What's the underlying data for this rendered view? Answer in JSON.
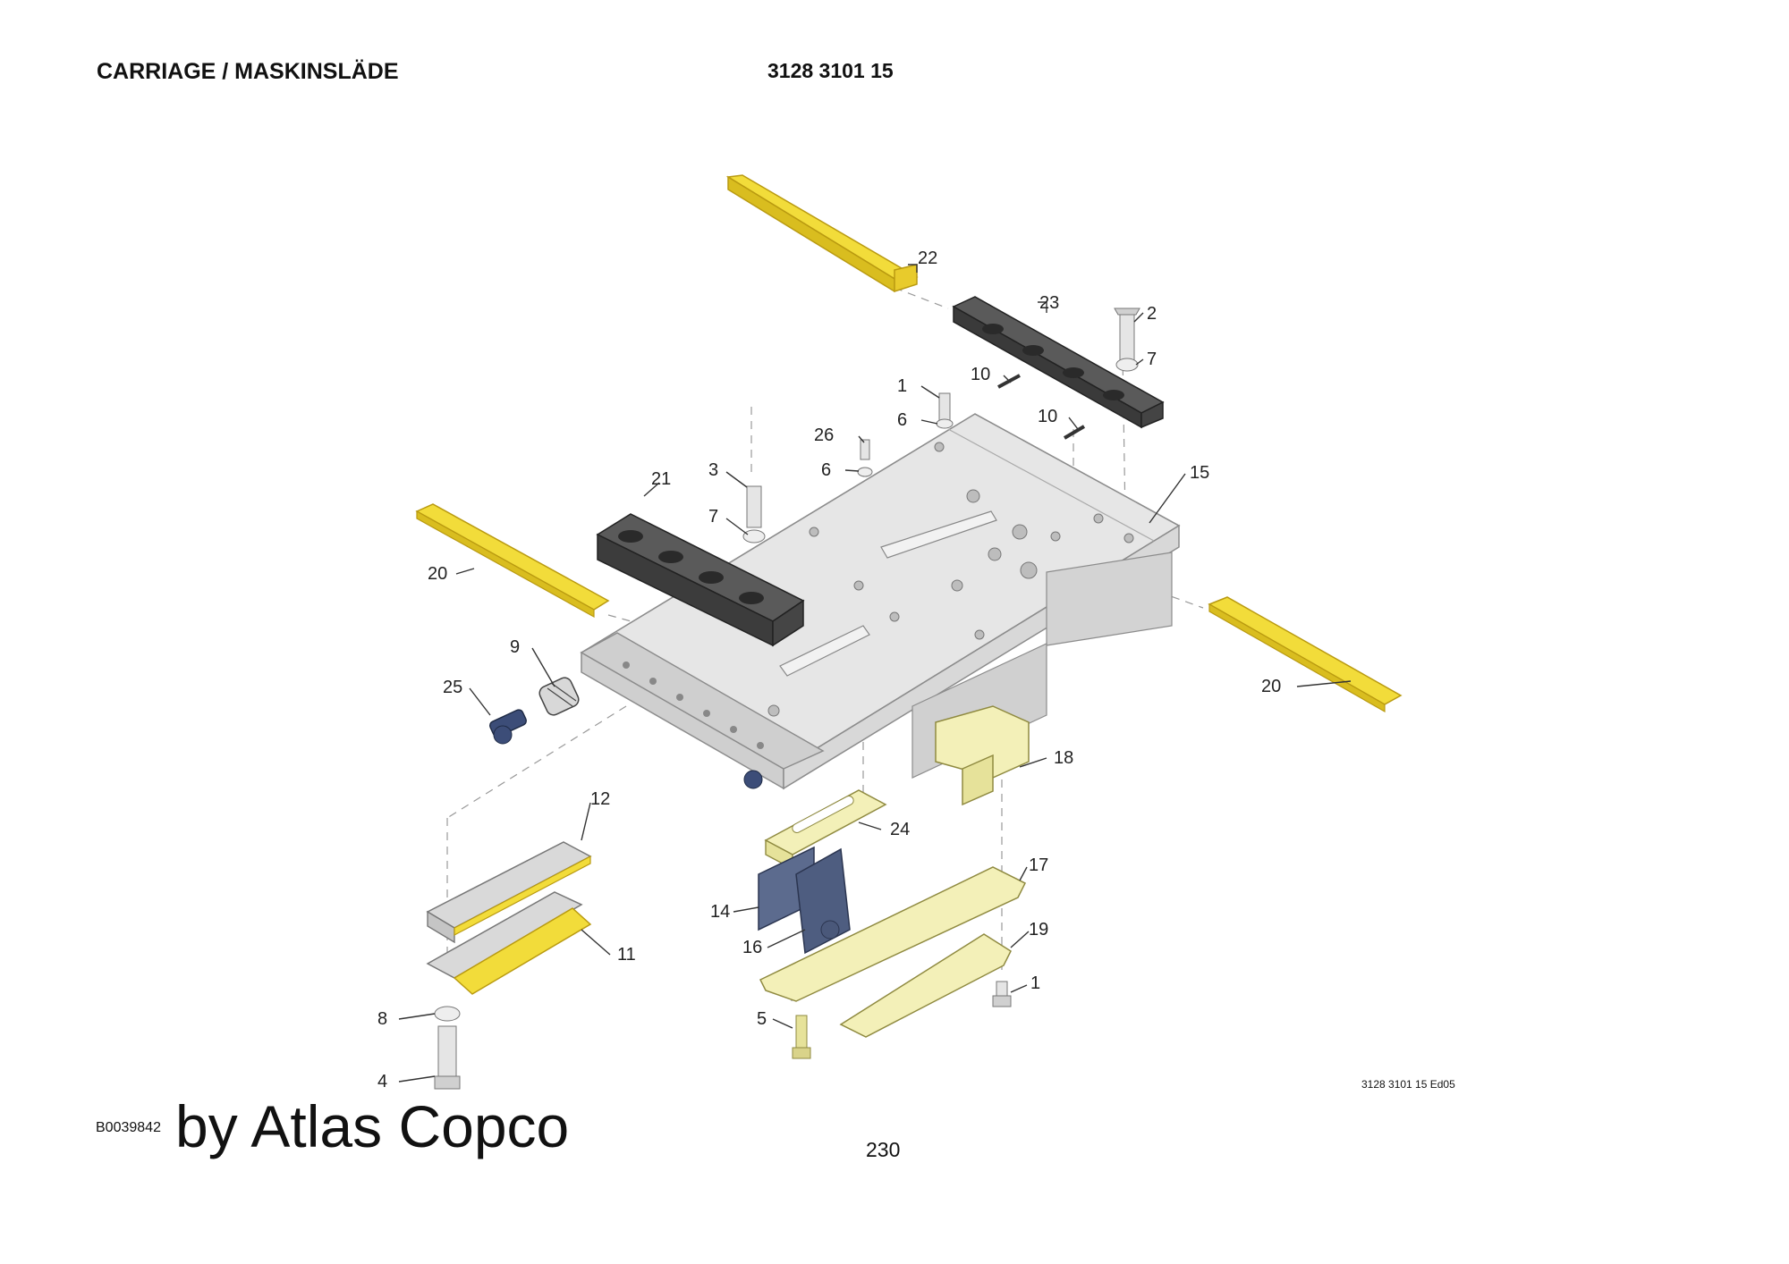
{
  "header": {
    "title": "CARRIAGE / MASKINSLÄDE",
    "document_number": "3128 3101 15"
  },
  "drawing": {
    "edition_note": "3128 3101 15 Ed05",
    "colors": {
      "wear_strip": "#f2dc3a",
      "wear_strip_edge": "#b99a10",
      "plate": "#e3e3e3",
      "plate_edge": "#8c8c8c",
      "clamp": "#4b4b4b",
      "cam_part": "#5c6b8e",
      "shim": "#f3f0b8",
      "pin": "#3c4d78"
    },
    "callouts": [
      "22",
      "23",
      "2",
      "7",
      "10",
      "1",
      "6",
      "10",
      "26",
      "6",
      "3",
      "21",
      "7",
      "15",
      "20",
      "9",
      "25",
      "20",
      "18",
      "12",
      "24",
      "17",
      "14",
      "16",
      "19",
      "11",
      "1",
      "8",
      "5",
      "4"
    ]
  },
  "footer": {
    "image_code": "B0039842",
    "watermark": "by Atlas Copco",
    "page_number": "230"
  }
}
